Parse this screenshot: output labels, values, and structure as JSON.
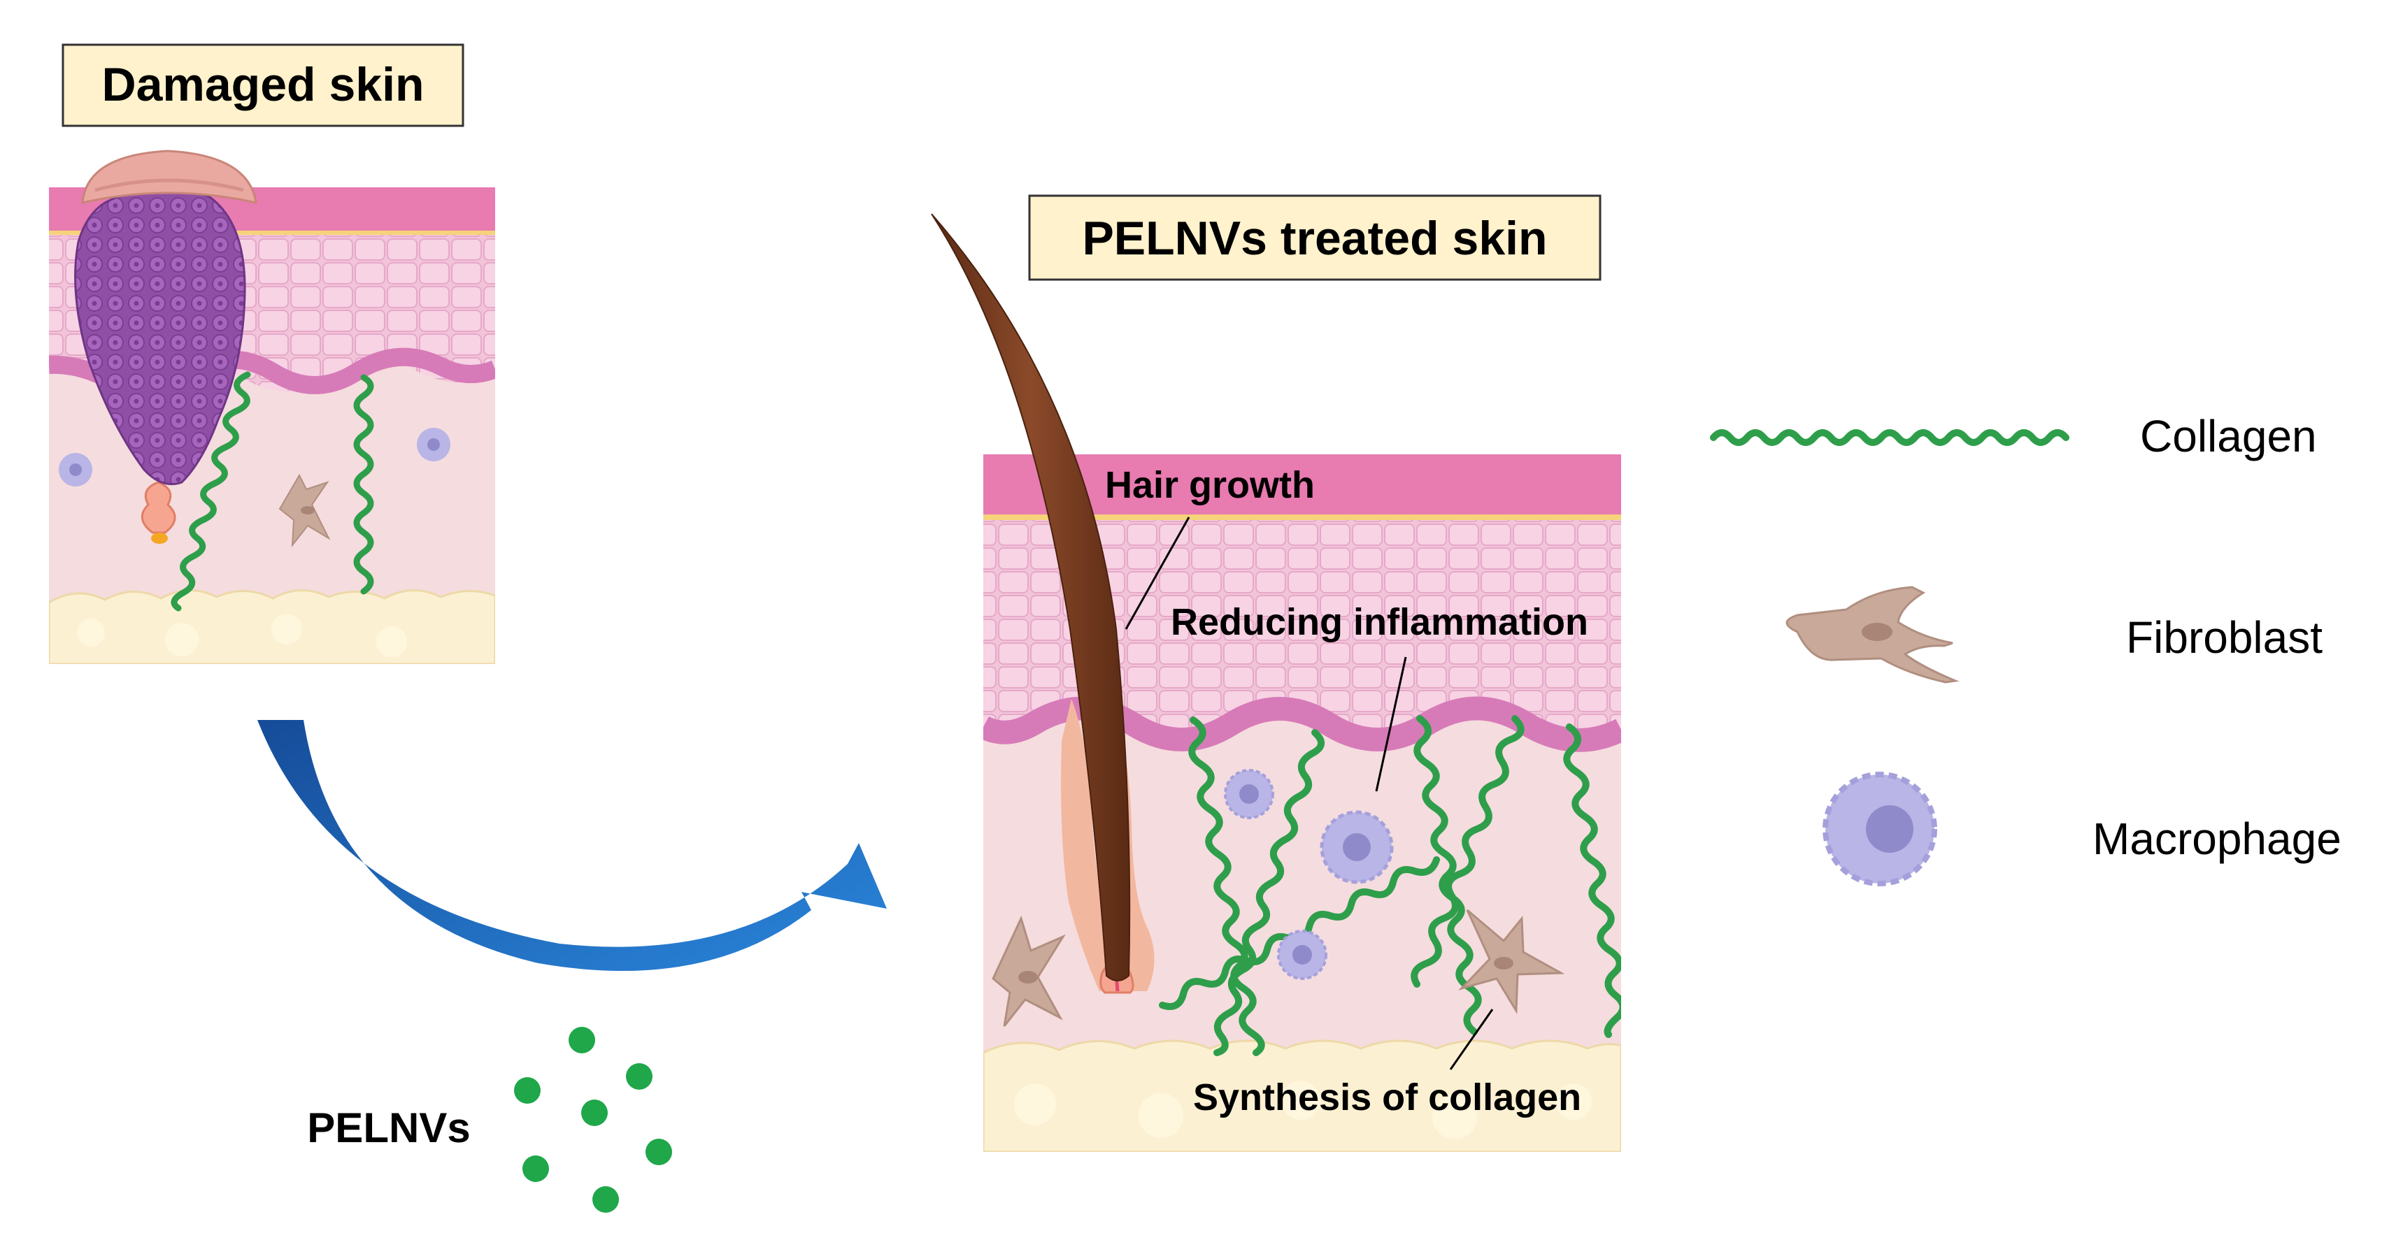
{
  "titles": {
    "damaged": "Damaged skin",
    "treated": "PELNVs treated skin"
  },
  "annotations": {
    "hair_growth": "Hair growth",
    "inflammation": "Reducing inflammation",
    "collagen_synthesis": "Synthesis of collagen"
  },
  "particles": {
    "label": "PELNVs"
  },
  "legend": {
    "collagen": "Collagen",
    "fibroblast": "Fibroblast",
    "macrophage": "Macrophage"
  },
  "colors": {
    "title_box_fill": "#FFF2CC",
    "epidermis_top": "#E87BB0",
    "epidermis": "#F2C4DA",
    "basal_layer": "#D77BB8",
    "dermis": "#F5DCDE",
    "subcutis": "#FCF0D2",
    "collagen": "#2E9E4B",
    "fibroblast": "#C9A99A",
    "macrophage": "#B9B5E6",
    "macrophage_nucleus": "#8F8BCB",
    "tumor": "#9A5AAE",
    "hair": "#7A3E22",
    "arrow": "#1E6FC7",
    "particle": "#1FA74A"
  }
}
